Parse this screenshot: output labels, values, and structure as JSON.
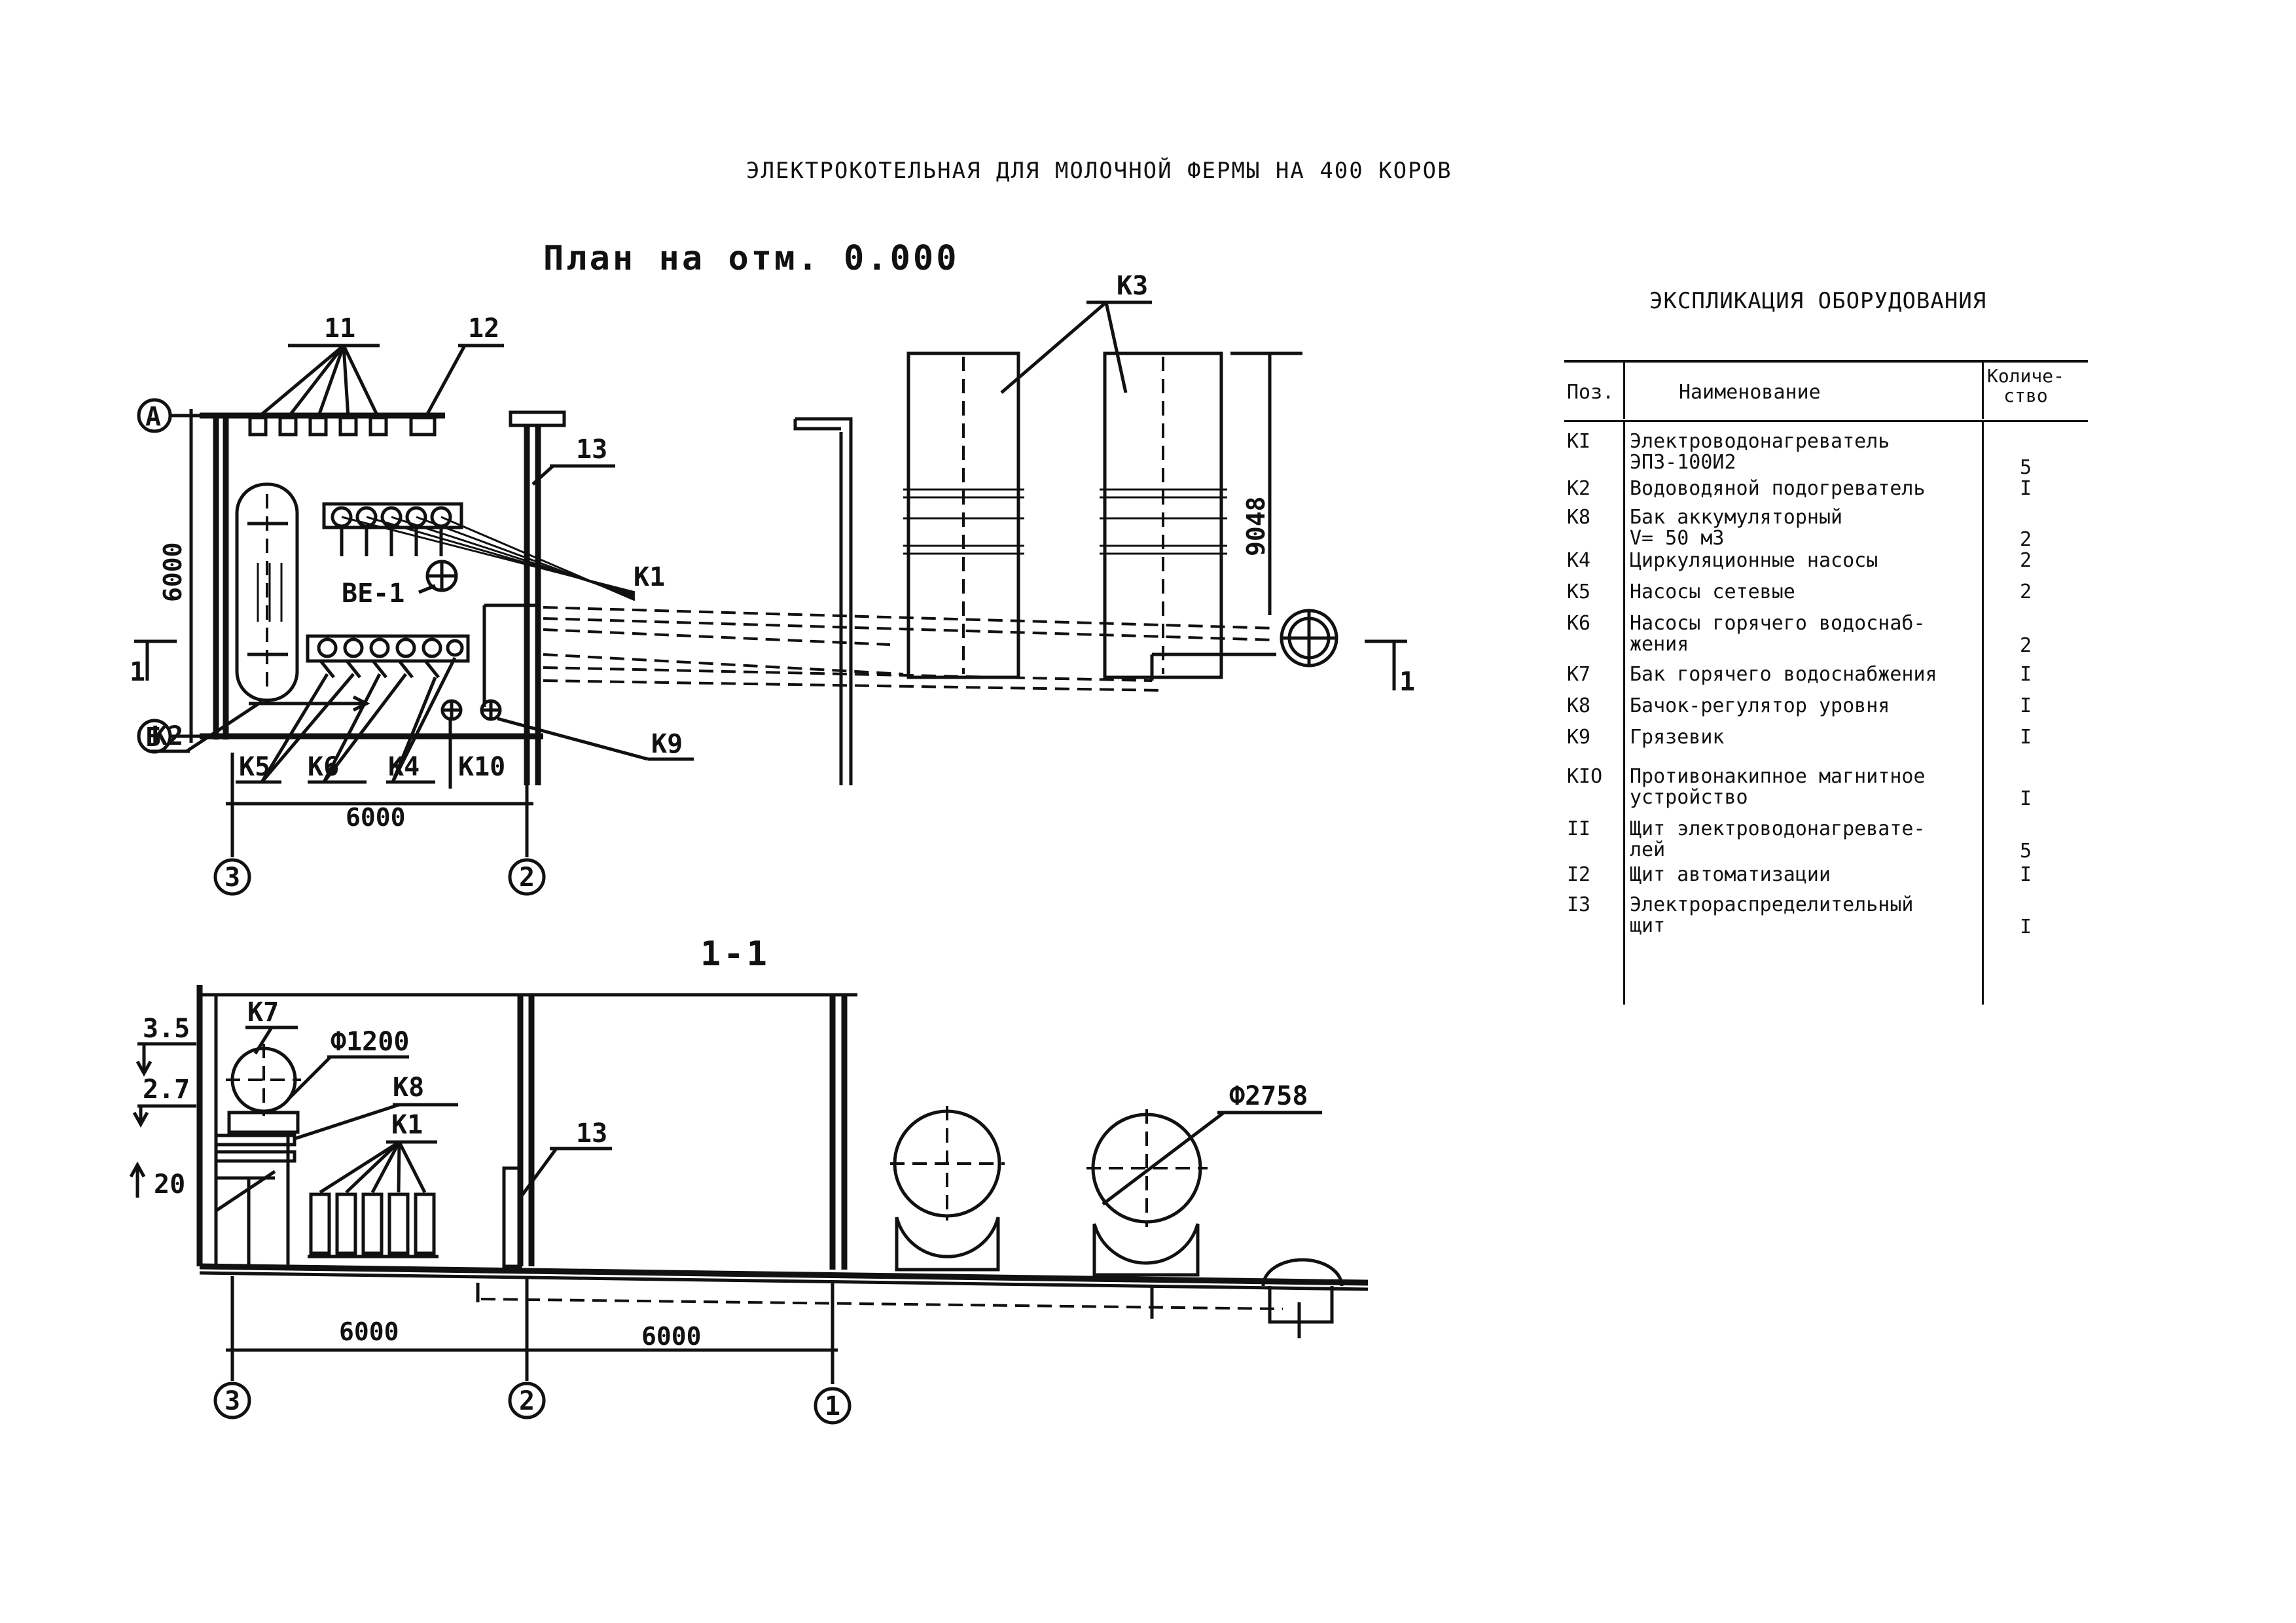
{
  "sheet_title": "ЭЛЕКТРОКОТЕЛЬНАЯ ДЛЯ МОЛОЧНОЙ ФЕРМЫ НА 400 КОРОВ",
  "plan": {
    "title": "План на отм. 0.000",
    "labels": {
      "n11": "11",
      "n12": "12",
      "n13": "13",
      "k1": "K1",
      "k2": "K2",
      "k3": "K3",
      "k4": "K4",
      "k5": "K5",
      "k6": "K6",
      "k9": "K9",
      "k10": "K10",
      "be1": "BE-1"
    },
    "axes": {
      "a": "А",
      "b": "Б",
      "ax3": "3",
      "ax2": "2"
    },
    "dims": {
      "height": "6000",
      "width": "6000",
      "tank_height": "9048"
    },
    "section_mark": "1"
  },
  "section": {
    "title": "1-1",
    "labels": {
      "k7": "K7",
      "k8": "K8",
      "k1": "K1",
      "n13": "13",
      "d1200": "Ф1200",
      "d2758": "Ф2758"
    },
    "levels": {
      "l35": "3.5",
      "l27": "2.7",
      "l20": "20"
    },
    "dims": {
      "d1": "6000",
      "d2": "6000"
    },
    "axes": {
      "ax3": "3",
      "ax2": "2",
      "ax1": "1"
    }
  },
  "legend": {
    "title": "ЭКСПЛИКАЦИЯ ОБОРУДОВАНИЯ",
    "col_pos": "Поз.",
    "col_name": "Наименование",
    "col_qty": "Количе-\nство",
    "rows": [
      {
        "pos": "KI",
        "name": "Электроводонагреватель\nЭПЗ-100И2",
        "qty": "5"
      },
      {
        "pos": "K2",
        "name": "Водоводяной подогреватель",
        "qty": "I"
      },
      {
        "pos": "K8",
        "name": "Бак аккумуляторный\nV= 50 м3",
        "qty": "2"
      },
      {
        "pos": "K4",
        "name": "Циркуляционные насосы",
        "qty": "2"
      },
      {
        "pos": "K5",
        "name": "Насосы сетевые",
        "qty": "2"
      },
      {
        "pos": "K6",
        "name": "Насосы горячего водоснаб-\nжения",
        "qty": "2"
      },
      {
        "pos": "K7",
        "name": "Бак горячего водоснабжения",
        "qty": "I"
      },
      {
        "pos": "K8",
        "name": "Бачок-регулятор уровня",
        "qty": "I"
      },
      {
        "pos": "K9",
        "name": "Грязевик",
        "qty": "I"
      },
      {
        "pos": "KIO",
        "name": "Противонакипное магнитное\nустройство",
        "qty": "I"
      },
      {
        "pos": "II",
        "name": "Щит электроводонагревате-\nлей",
        "qty": "5"
      },
      {
        "pos": "I2",
        "name": "Щит автоматизации",
        "qty": "I"
      },
      {
        "pos": "I3",
        "name": "Электрораспределительный\nщит",
        "qty": "I"
      }
    ]
  }
}
